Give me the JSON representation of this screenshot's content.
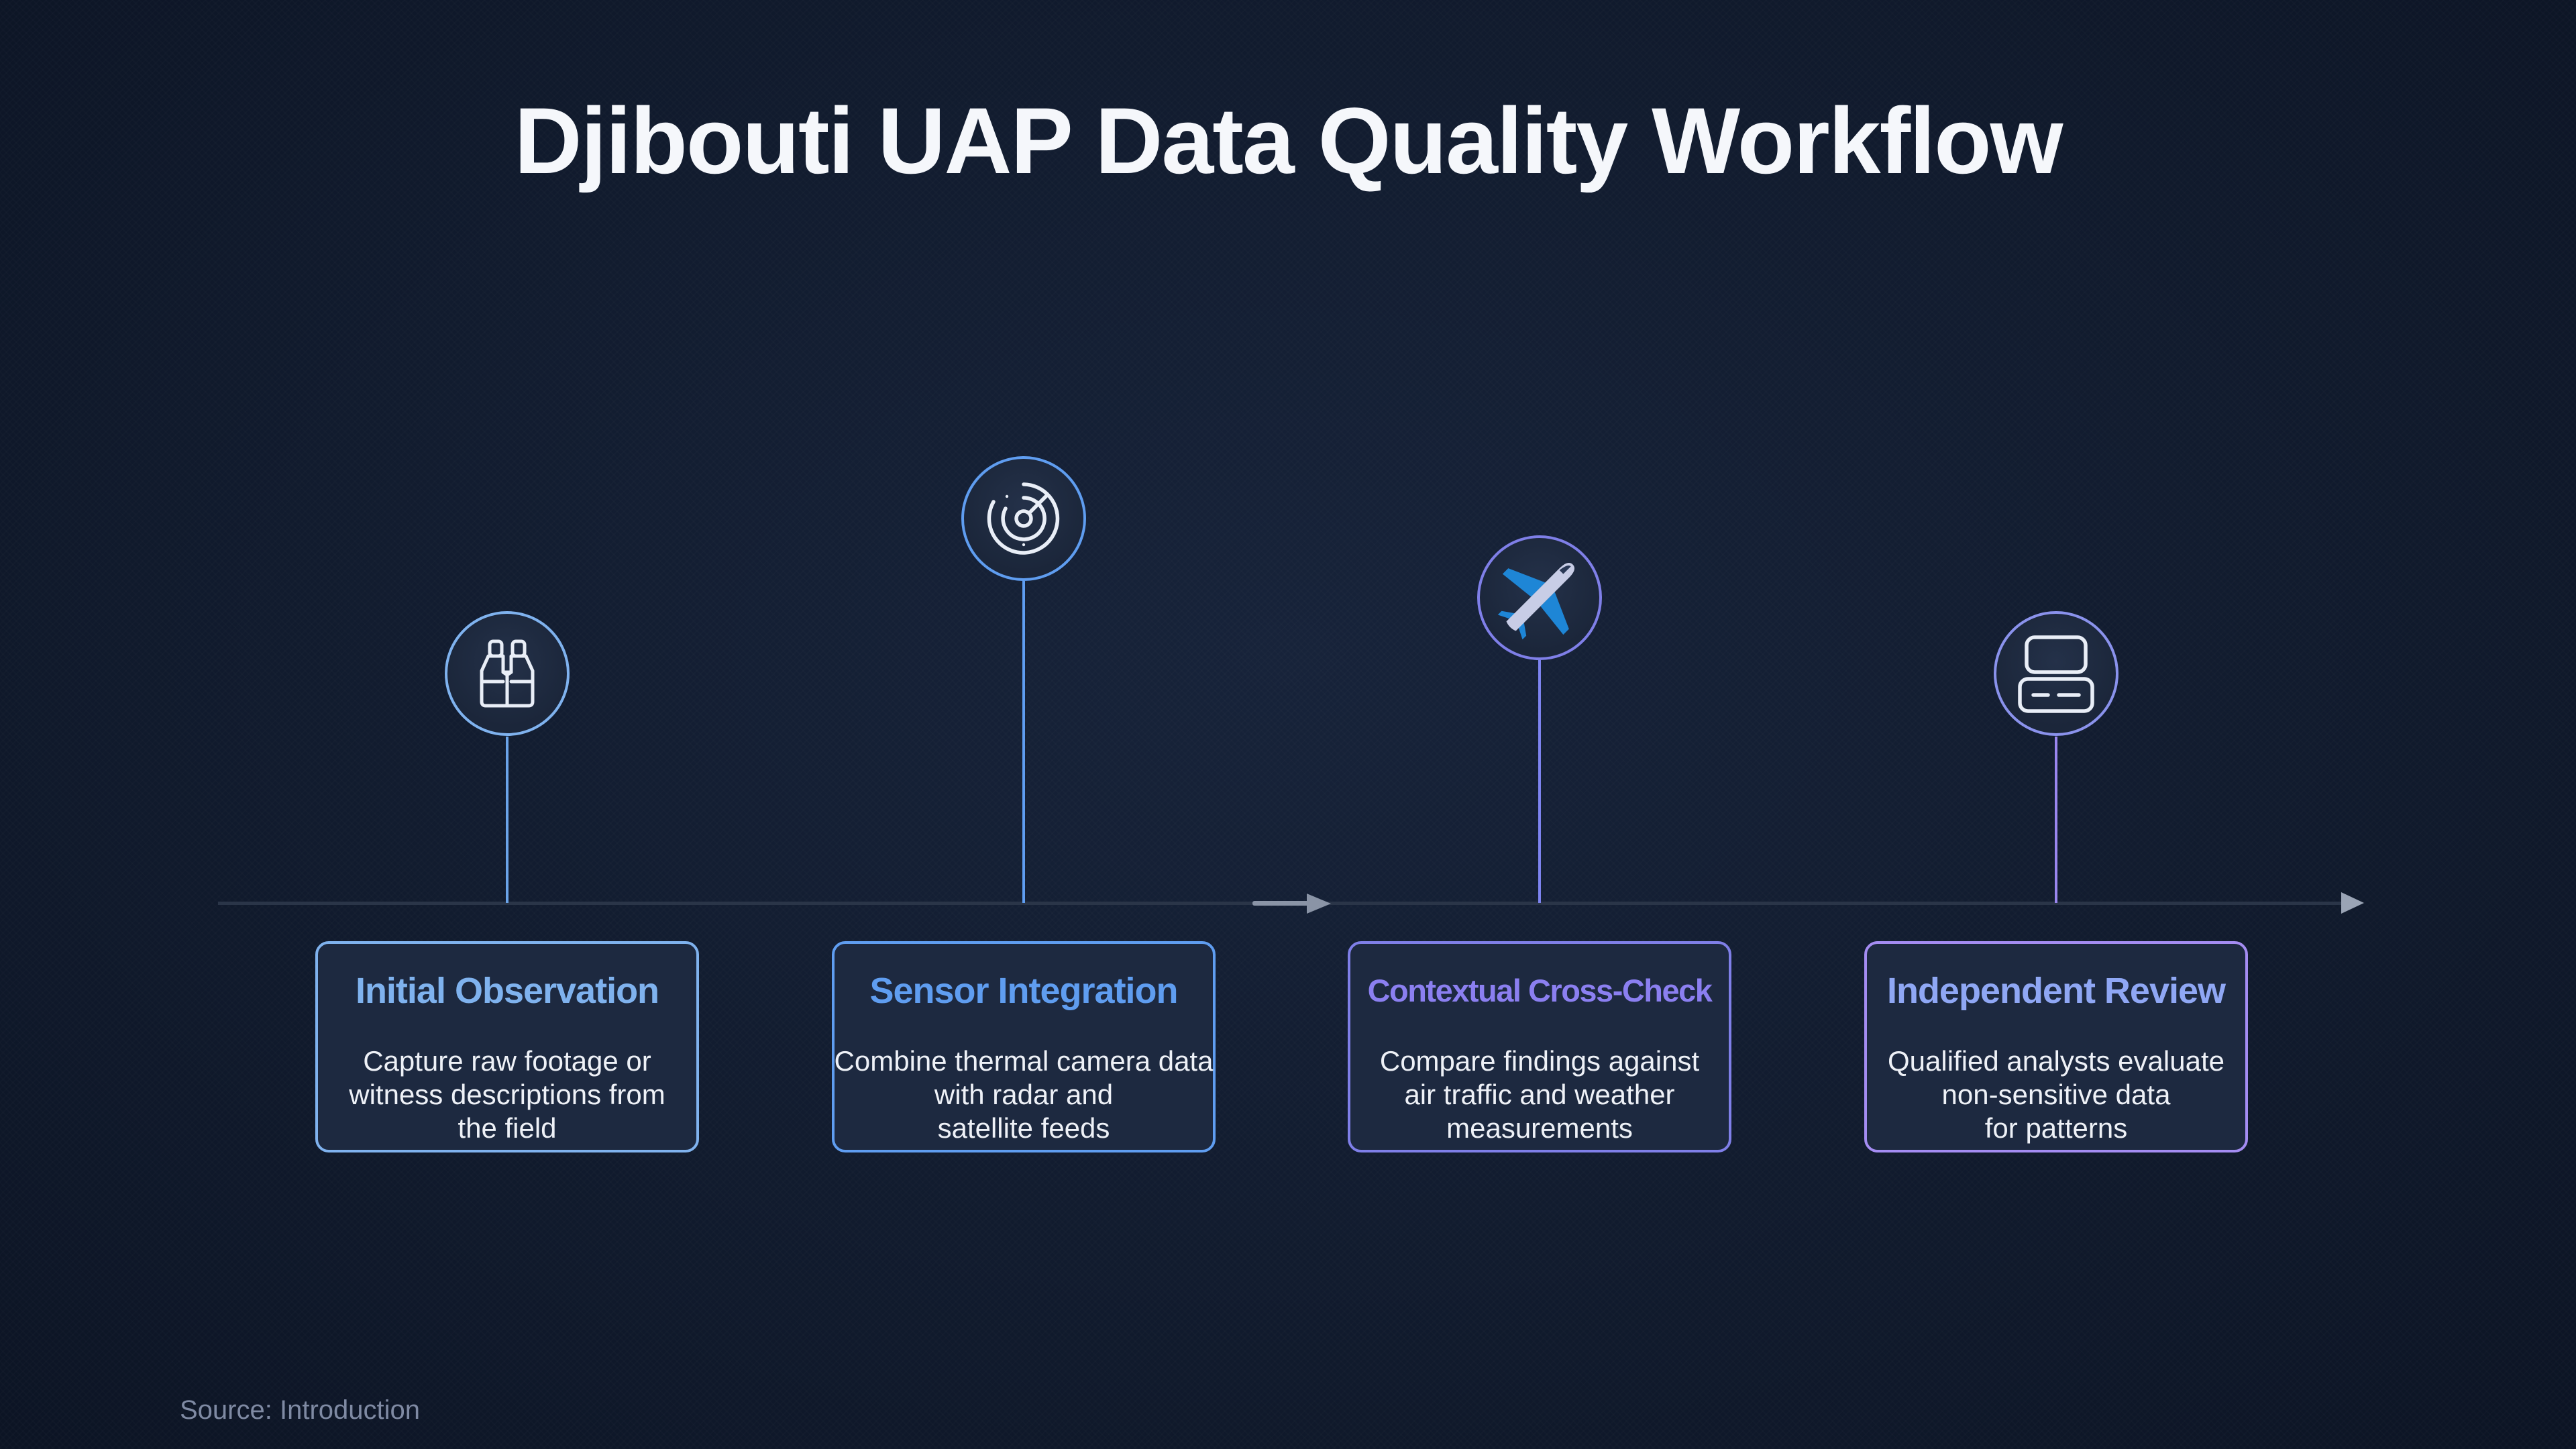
{
  "title": "Djibouti UAP Data Quality Workflow",
  "source": "Source: Introduction",
  "colors": {
    "background": "#111b2e",
    "step1_accent": "#7fb2ee",
    "step2_accent": "#5f9df0",
    "step3_accent": "#8b7ff0",
    "step4_accent": "#a48cf2",
    "card_fill": "#1d2940"
  },
  "steps": [
    {
      "title": "Initial Observation",
      "icon": "binoculars-icon",
      "description": [
        "Capture raw footage or",
        "witness descriptions from",
        "the field"
      ]
    },
    {
      "title": "Sensor Integration",
      "icon": "radar-icon",
      "description": [
        "Combine thermal camera data",
        "with radar and",
        "satellite feeds"
      ]
    },
    {
      "title": "Contextual Cross-Check",
      "icon": "airplane-icon",
      "description": [
        "Compare findings against",
        "air traffic and weather",
        "measurements"
      ]
    },
    {
      "title": "Independent Review",
      "icon": "data-drive-icon",
      "description": [
        "Qualified analysts evaluate",
        "non-sensitive data",
        "for patterns"
      ]
    }
  ]
}
